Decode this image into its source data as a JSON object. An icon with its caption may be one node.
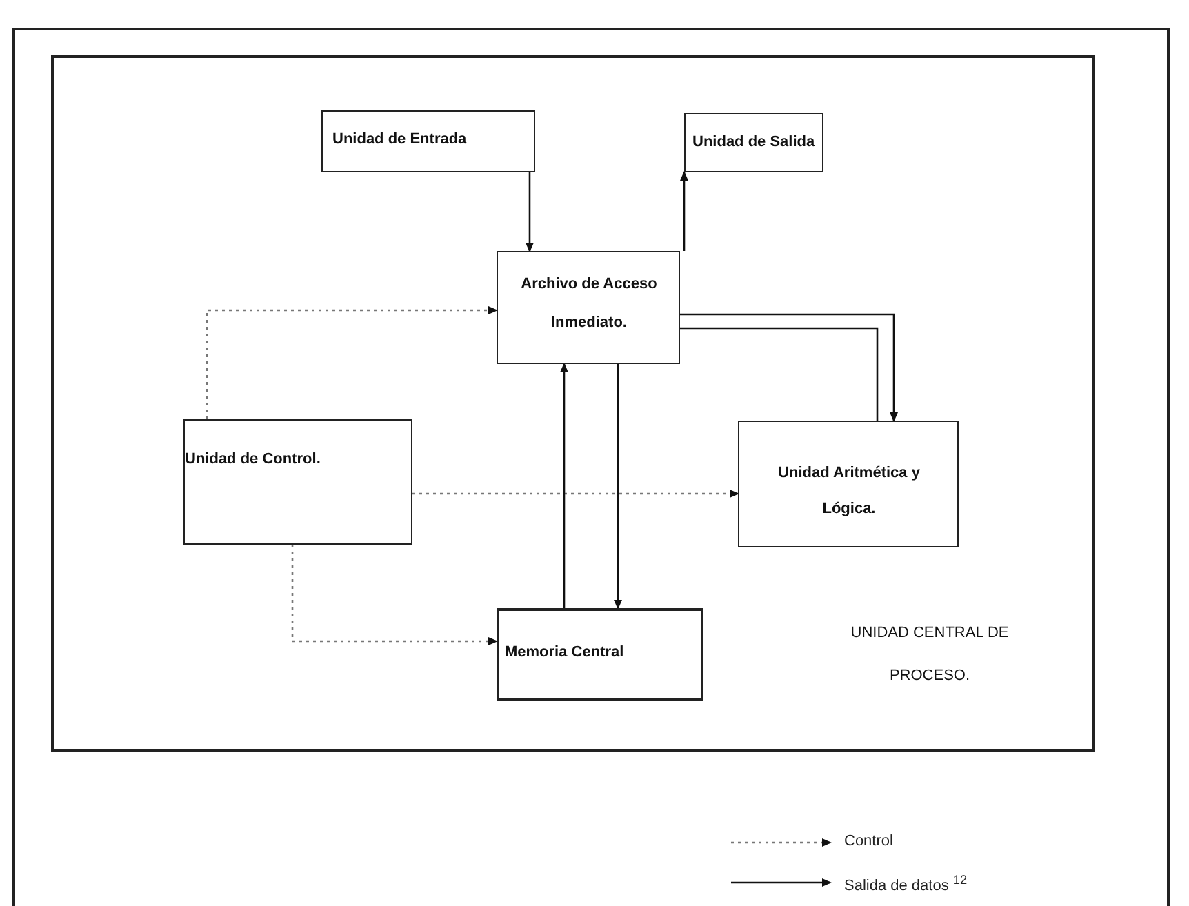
{
  "diagram": {
    "nodes": [
      {
        "text": [
          "UNIDAD CENTRAL DE PROCESO."
        ]
      },
      {
        "text": [
          "Unidad de Entrada"
        ],
        "in": 0
      },
      {
        "text": [
          "Unidad de Salida"
        ],
        "in": 0
      },
      {
        "text": [
          "Archivo de Acceso Inmediato."
        ],
        "in": 0
      },
      {
        "text": [
          "Unidad de Control."
        ],
        "in": 0
      },
      {
        "text": [
          "Unidad  Aritmética  y Lógica."
        ],
        "in": 0
      },
      {
        "text": [
          "Memoria Central"
        ],
        "in": 0
      }
    ],
    "edges": [
      {
        "from": 1,
        "to": 3,
        "arrow": "to"
      },
      {
        "from": 3,
        "to": 2,
        "arrow": "to"
      },
      {
        "from": 4,
        "to": 3,
        "arrow": "to",
        "style": "dashed",
        "color": "#777777"
      },
      {
        "from": 4,
        "to": 5,
        "arrow": "to",
        "style": "dashed",
        "color": "#777777"
      },
      {
        "from": 4,
        "to": 6,
        "arrow": "to",
        "style": "dashed",
        "color": "#777777"
      },
      {
        "from": 6,
        "to": 3,
        "arrow": "to"
      },
      {
        "from": 3,
        "to": 6,
        "arrow": "to"
      },
      {
        "from": 3,
        "to": 5,
        "arrow": "to"
      },
      {
        "from": 5,
        "to": 3,
        "arrow": "none"
      }
    ],
    "legend": [
      {
        "text": "Control"
      },
      {
        "text": "Salida de datos $^{12}$"
      }
    ]
  }
}
